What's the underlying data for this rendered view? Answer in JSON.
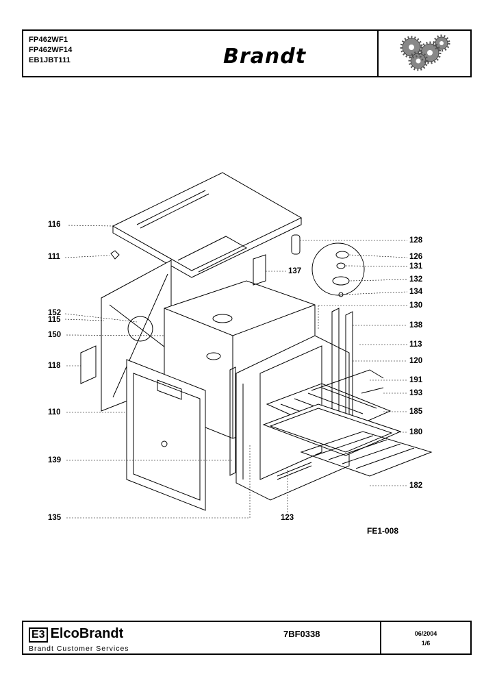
{
  "header": {
    "models": [
      "FP462WF1",
      "FP462WF14",
      "EB1JBT111"
    ],
    "brand": "Brandt",
    "gear_logo": "gears-icon"
  },
  "parts_labels": {
    "l116": "116",
    "l111": "111",
    "l152": "152",
    "l115": "115",
    "l150": "150",
    "l118": "118",
    "l110": "110",
    "l139": "139",
    "l135": "135",
    "l123": "123",
    "l128": "128",
    "l126": "126",
    "l131": "131",
    "l132": "132",
    "l134": "134",
    "l137": "137",
    "l130": "130",
    "l138": "138",
    "l113": "113",
    "l120": "120",
    "l191": "191",
    "l193": "193",
    "l185": "185",
    "l180": "180",
    "l182": "182"
  },
  "figure_code": "FE1-008",
  "footer": {
    "company": "ElcoBrandt",
    "logo_mark": "E3",
    "service": "Brandt Customer Services",
    "doc_ref": "7BF0338",
    "date": "06/2004",
    "page": "1/6"
  }
}
